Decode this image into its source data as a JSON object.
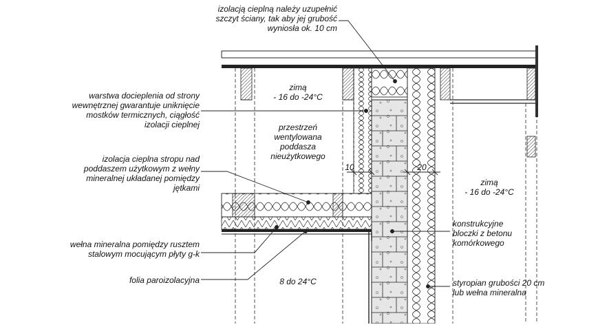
{
  "annotations": {
    "top_note": "izolacją cieplną należy uzupełnić\nszczyt ściany, tak aby jej grubość\nwyniosła ok. 10 cm",
    "inner_insulation": "warstwa docieplenia od strony\nwewnętrznej gwarantuje uniknięcie\nmostków termicznych, ciągłość\nizolacji cieplnej",
    "ceiling_insulation": "izolacja cieplna stropu nad\npoddaszem użytkowym z wełny\nmineralnej układanej pomiędzy\njętkami",
    "wool_between_rails": "wełna mineralna pomiędzy rusztem\nstalowym mocującym płyty g-k",
    "vapor_barrier": "folia paroizolacyjna",
    "blocks": "konstrukcyjne\nbloczki z betonu\nkomórkowego",
    "styrofoam": "styropian grubości 20 cm\nlub wełna mineralna"
  },
  "zones": {
    "attic_temp": "zimą\n- 16 do -24°C",
    "attic_space": "przestrzeń\nwentylowana\npoddasza\nnieużytkowego",
    "outside_temp": "zimą\n- 16 do -24°C",
    "room_temp": "8 do 24°C"
  },
  "dimensions": {
    "inner_thickness": "10",
    "outer_thickness": "20"
  }
}
